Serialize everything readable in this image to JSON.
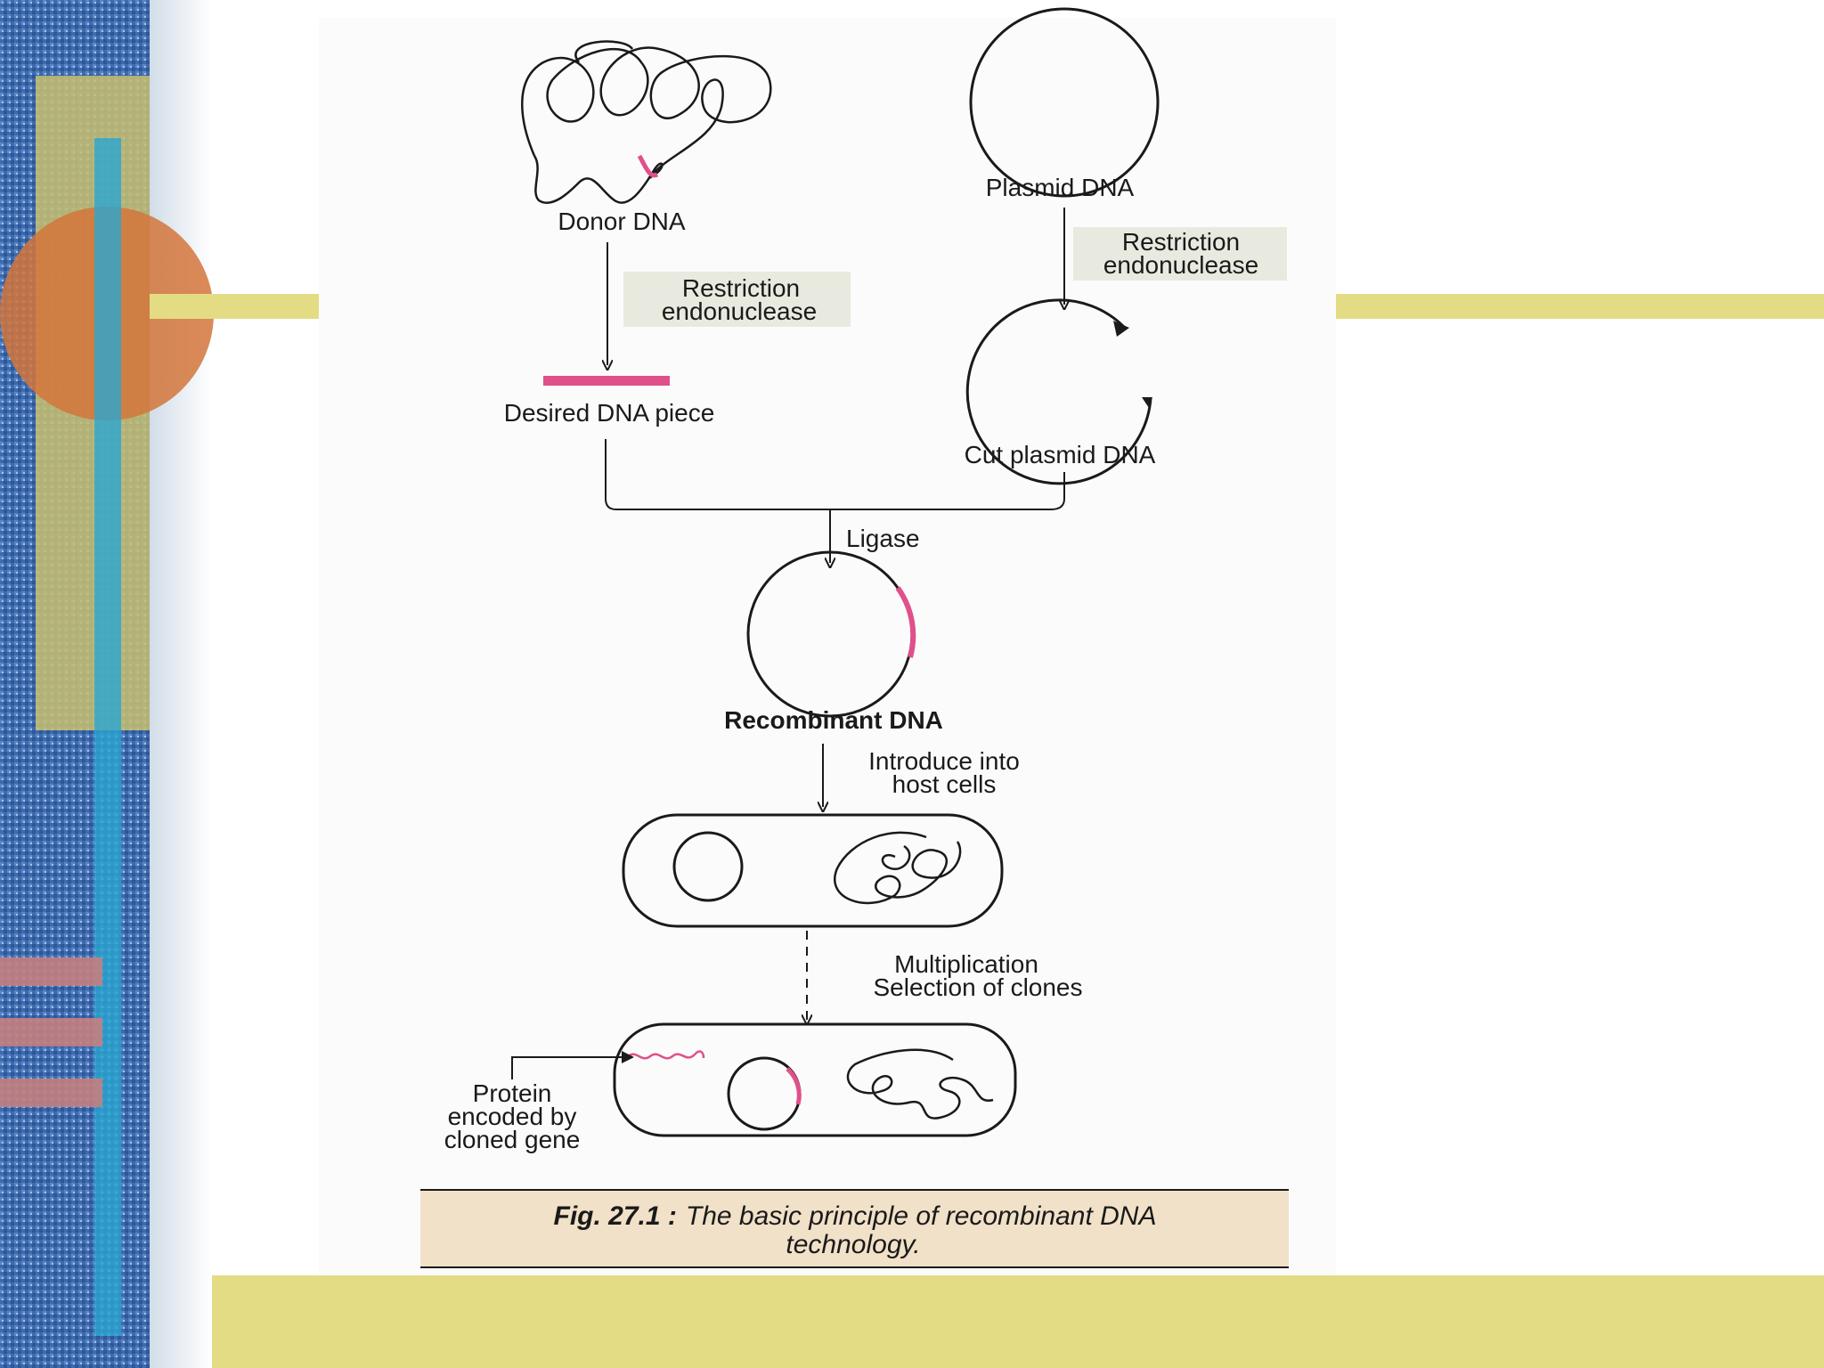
{
  "diagram": {
    "donor_dna": "Donor DNA",
    "plasmid_dna": "Plasmid DNA",
    "enzyme_left": [
      "Restriction",
      "endonuclease"
    ],
    "enzyme_right": [
      "Restriction",
      "endonuclease"
    ],
    "desired_piece": "Desired DNA piece",
    "cut_plasmid": "Cut plasmid DNA",
    "ligase": "Ligase",
    "recombinant": "Recombinant DNA",
    "introduce": [
      "Introduce into",
      "host cells"
    ],
    "multiplication": [
      "Multiplication",
      "Selection of clones"
    ],
    "protein": [
      "Protein",
      "encoded by",
      "cloned gene"
    ]
  },
  "caption": {
    "prefix": "Fig. 27.1 :",
    "line1": "The basic principle of recombinant DNA",
    "line2": "technology."
  },
  "colors": {
    "accent_yellow": "#e3dc84",
    "dna_pink": "#e0508a",
    "stripe_blue": "#3f6fb5",
    "caption_bg": "#f1e1c8"
  }
}
